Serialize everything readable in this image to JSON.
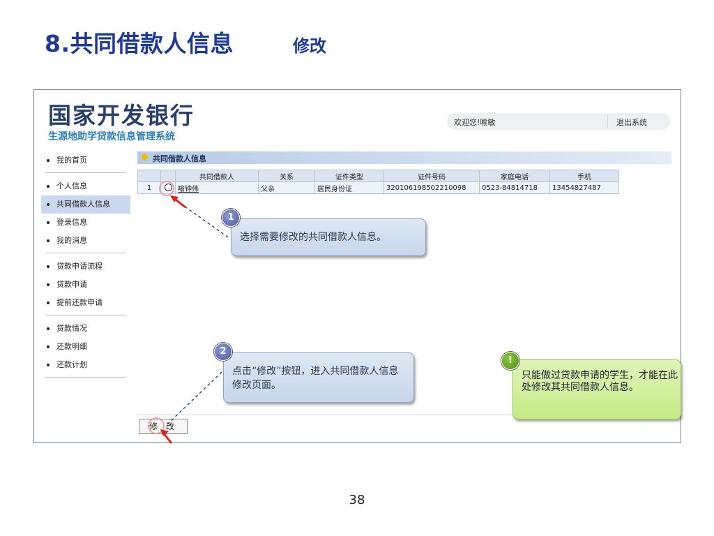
{
  "slide": {
    "title": "8.共同借款人信息",
    "subtitle": "修改",
    "page_number": "38"
  },
  "app": {
    "brand_name": "国家开发银行",
    "brand_subtitle": "生源地助学贷款信息管理系统",
    "welcome": "欢迎您!喻敏",
    "logout_label": "退出系统"
  },
  "sidebar": {
    "items": [
      {
        "label": "我的首页"
      },
      {
        "label": "个人信息"
      },
      {
        "label": "共同借款人信息",
        "active": true
      },
      {
        "label": "登录信息"
      },
      {
        "label": "我的消息"
      },
      {
        "label": "贷款申请流程"
      },
      {
        "label": "贷款申请"
      },
      {
        "label": "提前还款申请"
      },
      {
        "label": "贷款情况"
      },
      {
        "label": "还款明细"
      },
      {
        "label": "还款计划"
      }
    ]
  },
  "panel": {
    "title": "共同借款人信息"
  },
  "table": {
    "columns": [
      "",
      "",
      "共同借款人",
      "关系",
      "证件类型",
      "证件号码",
      "家庭电话",
      "手机"
    ],
    "rows": [
      {
        "index": "1",
        "name": "喻钟伟",
        "relation": "父亲",
        "id_type": "居民身份证",
        "id_number": "320106198502210098",
        "home_phone": "0523-84814718",
        "mobile": "13454827487"
      }
    ]
  },
  "buttons": {
    "modify_label": "修 改"
  },
  "callouts": {
    "step1": {
      "badge": "1",
      "text": "选择需要修改的共同借款人信息。"
    },
    "step2": {
      "badge": "2",
      "text": "点击“修改”按钮，进入共同借款人信息修改页面。"
    },
    "note": {
      "badge": "!",
      "text": "只能做过贷款申请的学生，才能在此处修改其共同借款人信息。"
    }
  },
  "colors": {
    "title_blue": "#1f3a93",
    "active_nav": "#c9d8ee",
    "arrow_red": "#e02020",
    "callout_blue": "#c7d6ea",
    "callout_green": "#c5ea86"
  }
}
